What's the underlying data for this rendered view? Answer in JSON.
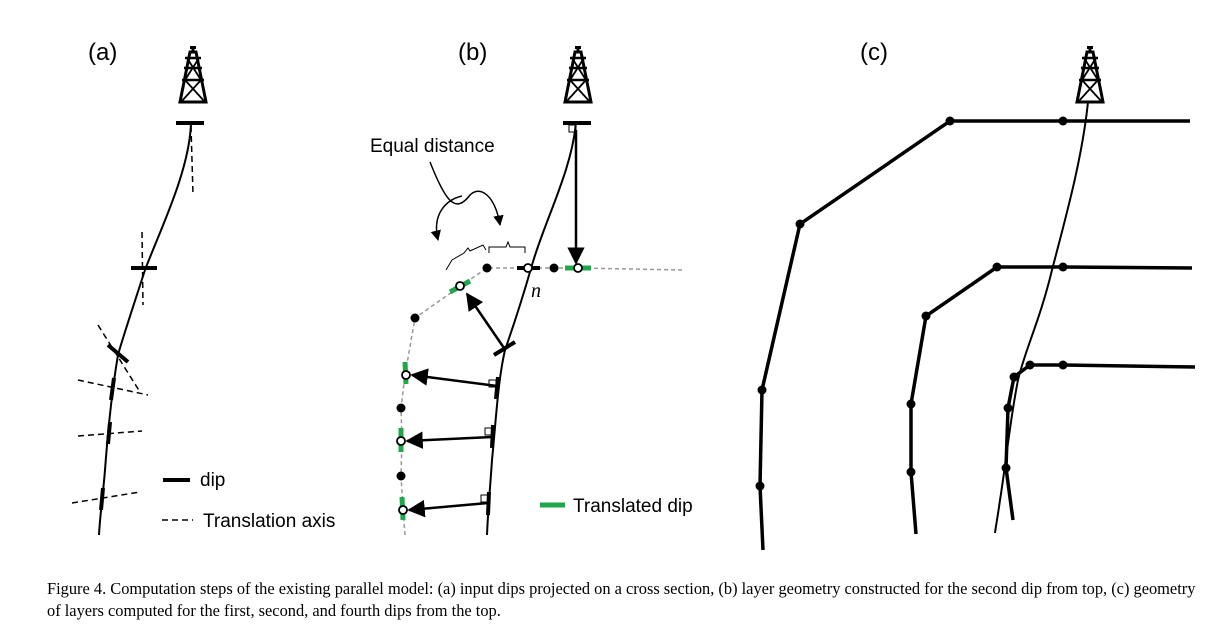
{
  "figure": {
    "panels": [
      {
        "label": "(a)"
      },
      {
        "label": "(b)"
      },
      {
        "label": "(c)"
      }
    ],
    "panel_a": {
      "legend_dip": "dip",
      "legend_axis": "Translation axis"
    },
    "panel_b": {
      "equal_distance": "Equal distance",
      "n_label": "n",
      "legend_translated": "Translated dip"
    },
    "colors": {
      "line": "#000000",
      "translated_dip": "#1fa84a",
      "guide_line": "#999999"
    }
  },
  "caption": "Figure 4. Computation steps of the existing parallel model: (a) input dips projected on a cross section, (b) layer geometry constructed for the second dip from top, (c) geometry of layers computed for the first, second, and fourth dips from the top."
}
